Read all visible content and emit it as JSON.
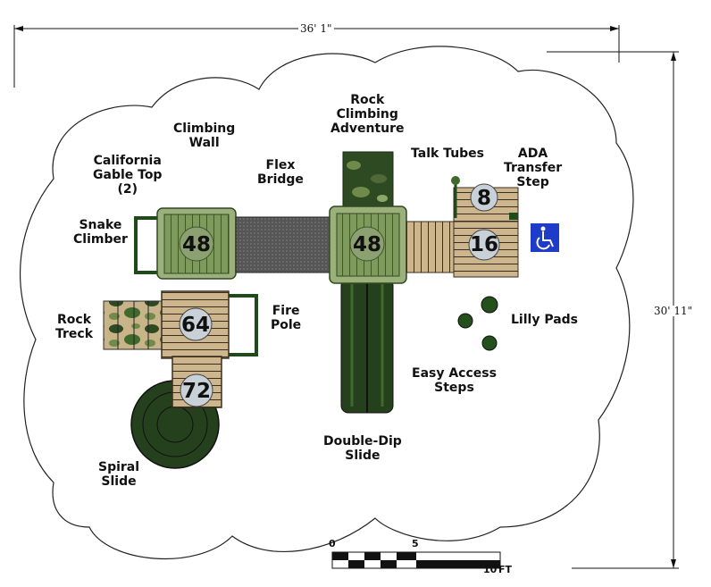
{
  "dimensions": {
    "width": "36' 1\"",
    "depth": "30' 11\""
  },
  "labels": {
    "climbing_wall": [
      "Climbing",
      "Wall"
    ],
    "california_gable": [
      "California",
      "Gable Top",
      "(2)"
    ],
    "snake_climber": [
      "Snake",
      "Climber"
    ],
    "rock_treck": [
      "Rock",
      "Treck"
    ],
    "spiral_slide": [
      "Spiral",
      "Slide"
    ],
    "flex_bridge": [
      "Flex",
      "Bridge"
    ],
    "fire_pole": [
      "Fire",
      "Pole"
    ],
    "rock_climbing": [
      "Rock",
      "Climbing",
      "Adventure"
    ],
    "double_dip": [
      "Double-Dip",
      "Slide"
    ],
    "talk_tubes": [
      "Talk Tubes"
    ],
    "ada_step": [
      "ADA",
      "Transfer",
      "Step"
    ],
    "lilly_pads": [
      "Lilly Pads"
    ],
    "easy_access": [
      "Easy Access",
      "Steps"
    ]
  },
  "decks": {
    "d48_left": "48",
    "d48_mid": "48",
    "d64": "64",
    "d72": "72",
    "d8": "8",
    "d16": "16"
  },
  "scale": {
    "zero": "0",
    "five": "5",
    "ten": "10",
    "unit": "FT"
  },
  "icons": {
    "accessibility": "wheelchair-accessibility-icon"
  },
  "colors": {
    "ada_blue": "#1e3cc8",
    "dark_green": "#1f4a1a",
    "light_green": "#8aa86a",
    "wood": "#c8b089"
  }
}
